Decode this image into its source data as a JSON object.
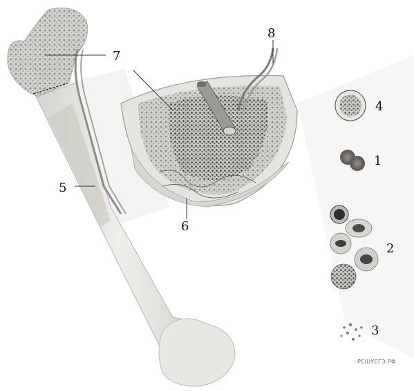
{
  "labels": {
    "l1": "1",
    "l2": "2",
    "l3": "3",
    "l4": "4",
    "l5": "5",
    "l6": "6",
    "l7": "7",
    "l8": "8"
  },
  "watermark": "РЕШУЕГЭ.РФ",
  "colors": {
    "bone": "#e4e2dc",
    "bone_shadow": "#c9c7c1",
    "spongy": "#b8b6b0",
    "marrow_dark": "#4a4a4a",
    "vessel": "#8e8c88",
    "rbc": "#7a7470",
    "line": "#333333"
  }
}
